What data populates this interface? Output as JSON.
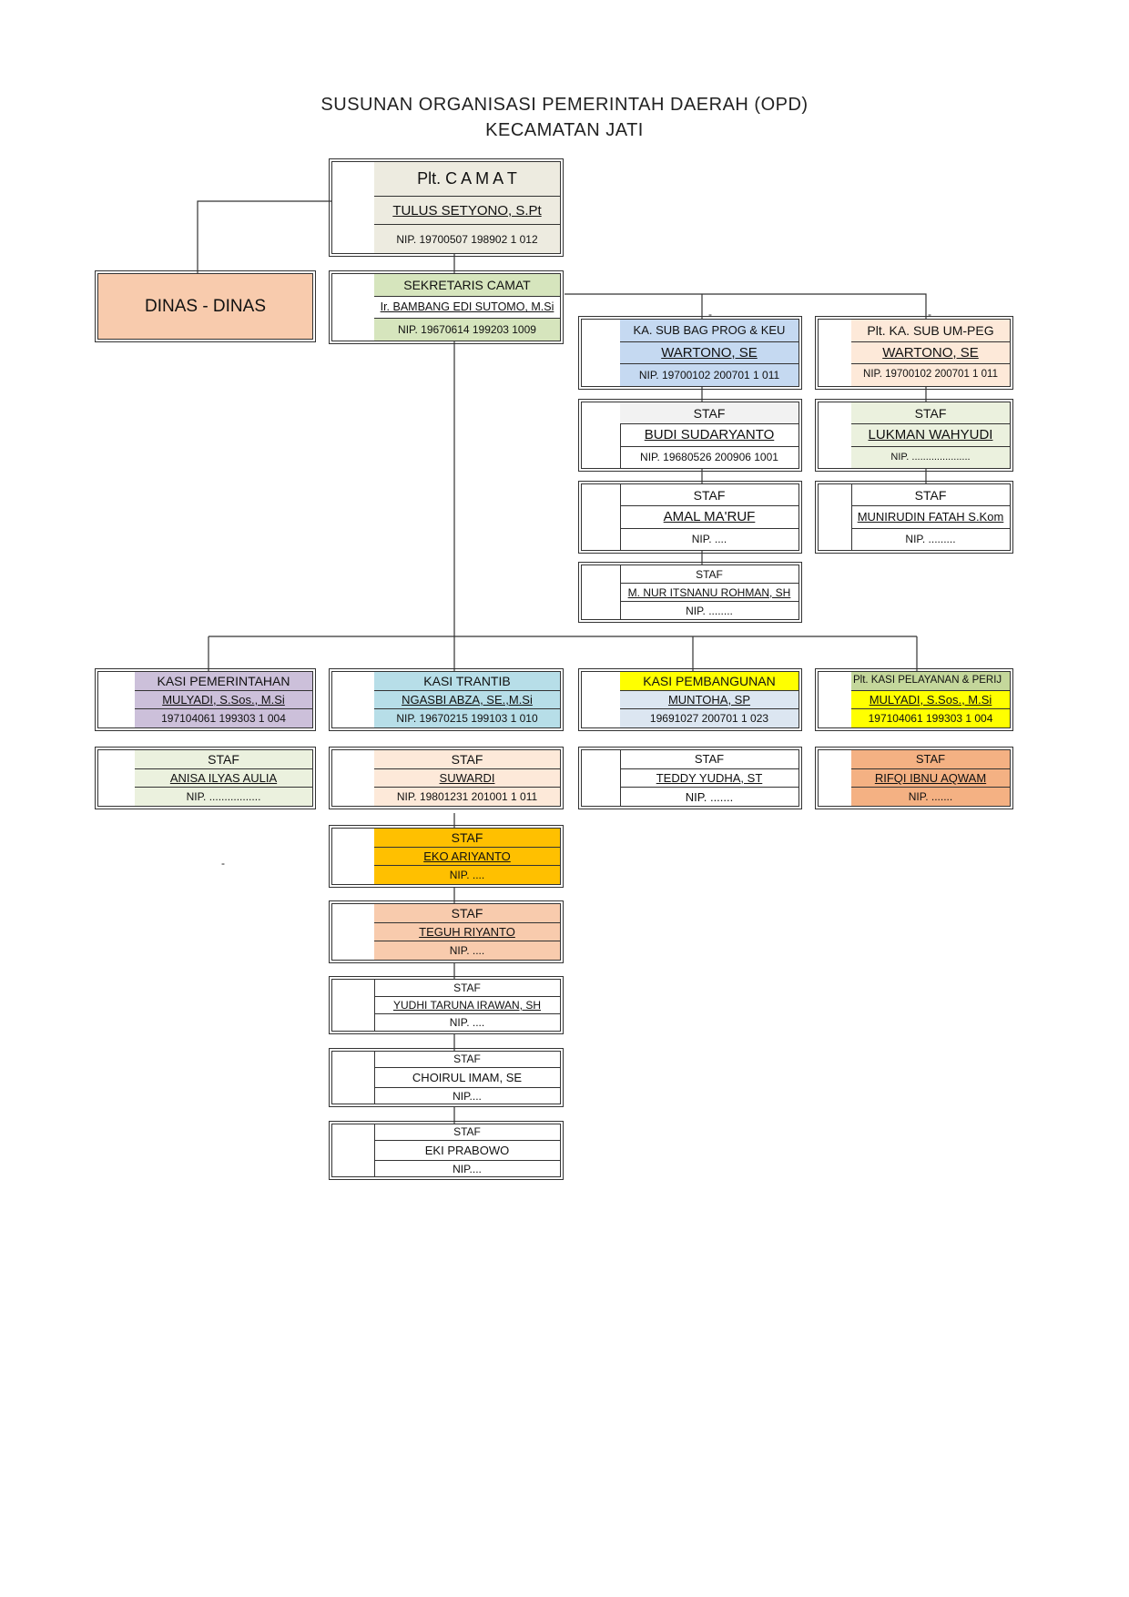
{
  "title": {
    "line1": "SUSUNAN  ORGANISASI  PEMERINTAH  DAERAH (OPD)",
    "line2": "KECAMATAN  JATI"
  },
  "dinas": {
    "label": "DINAS - DINAS"
  },
  "camat": {
    "role": "Plt. C  A  M  A  T",
    "name": "TULUS SETYONO, S.Pt",
    "nip": "NIP. 19700507 198902 1 012"
  },
  "sekretaris": {
    "role": "SEKRETARIS  CAMAT",
    "name": "Ir. BAMBANG EDI SUTOMO, M.Si",
    "nip": "NIP. 19670614 199203 1009"
  },
  "subbag_prog": {
    "head": {
      "role": "KA. SUB BAG PROG & KEU",
      "name": "WARTONO, SE",
      "nip": "NIP. 19700102 200701 1 011"
    },
    "staff": [
      {
        "role": "STAF",
        "name": "BUDI  SUDARYANTO",
        "nip": "NIP. 19680526 200906 1001"
      },
      {
        "role": "STAF",
        "name": "AMAL MA'RUF",
        "nip": "NIP. ...."
      },
      {
        "role": "STAF",
        "name": "M. NUR ITSNANU ROHMAN, SH",
        "nip": "NIP. ........"
      }
    ]
  },
  "subbag_umpeg": {
    "head": {
      "role": "Plt. KA. SUB UM-PEG",
      "name": "WARTONO, SE",
      "nip": "NIP. 19700102 200701 1 011"
    },
    "staff": [
      {
        "role": "STAF",
        "name": "LUKMAN WAHYUDI",
        "nip": "NIP. ....................."
      },
      {
        "role": "STAF",
        "name": "MUNIRUDIN FATAH S.Kom",
        "nip": "NIP. ........."
      }
    ]
  },
  "kasi_pemerintahan": {
    "head": {
      "role": "KASI  PEMERINTAHAN",
      "name": "MULYADI, S.Sos., M.Si",
      "nip": "197104061 199303 1 004"
    },
    "staff": [
      {
        "role": "STAF",
        "name": "ANISA ILYAS AULIA",
        "nip": "NIP. ................."
      }
    ]
  },
  "kasi_trantib": {
    "head": {
      "role": "KASI  TRANTIB",
      "name": "NGASBI ABZA, SE.,M.Si",
      "nip": "NIP. 19670215 199103 1 010"
    },
    "staff": [
      {
        "role": "STAF",
        "name": "SUWARDI",
        "nip": "NIP.  19801231 201001 1 011"
      },
      {
        "role": "STAF",
        "name": "EKO  ARIYANTO",
        "nip": "NIP. ...."
      },
      {
        "role": "STAF",
        "name": "TEGUH RIYANTO",
        "nip": "NIP. ...."
      },
      {
        "role": "STAF",
        "name": "YUDHI TARUNA IRAWAN, SH",
        "nip": "NIP. ...."
      },
      {
        "role": "STAF",
        "name": "CHOIRUL IMAM, SE",
        "nip": "NIP...."
      },
      {
        "role": "STAF",
        "name": "EKI PRABOWO",
        "nip": "NIP...."
      }
    ]
  },
  "kasi_pembangunan": {
    "head": {
      "role": "KASI  PEMBANGUNAN",
      "name": "MUNTOHA, SP",
      "nip": "19691027 200701 1 023"
    },
    "staff": [
      {
        "role": "STAF",
        "name": "TEDDY YUDHA, ST",
        "nip": "NIP. ......."
      }
    ]
  },
  "kasi_pelayanan": {
    "head": {
      "role": "Plt. KASI PELAYANAN & PERIJ",
      "name": "MULYADI, S.Sos., M.Si",
      "nip": "197104061 199303 1 004"
    },
    "staff": [
      {
        "role": "STAF",
        "name": "RIFQI IBNU AQWAM",
        "nip": "NIP. ......."
      }
    ]
  },
  "misc": {
    "dash": "-"
  },
  "colors": {
    "camat": "#edebe0",
    "sekretaris": "#d6e5bd",
    "dinas": "#f8cbad",
    "subbag_prog": "#c5d9f1",
    "subbag_umpeg": "#fde9d9",
    "pemerintahan": "#ccc0da",
    "trantib": "#b7dee8",
    "pembangunan_head": "#ffff00",
    "pembangunan_body": "#dce6f1",
    "pelayanan_head": "#c4d79b",
    "pelayanan_body": "#ffff00",
    "staff_orange": "#f8cbad",
    "staff_gold": "#ffc000",
    "staff_salmon": "#f4b183",
    "staff_green": "#ebf1de",
    "staff_peach": "#fde9d9",
    "staff_grey": "#f2f2f2"
  }
}
